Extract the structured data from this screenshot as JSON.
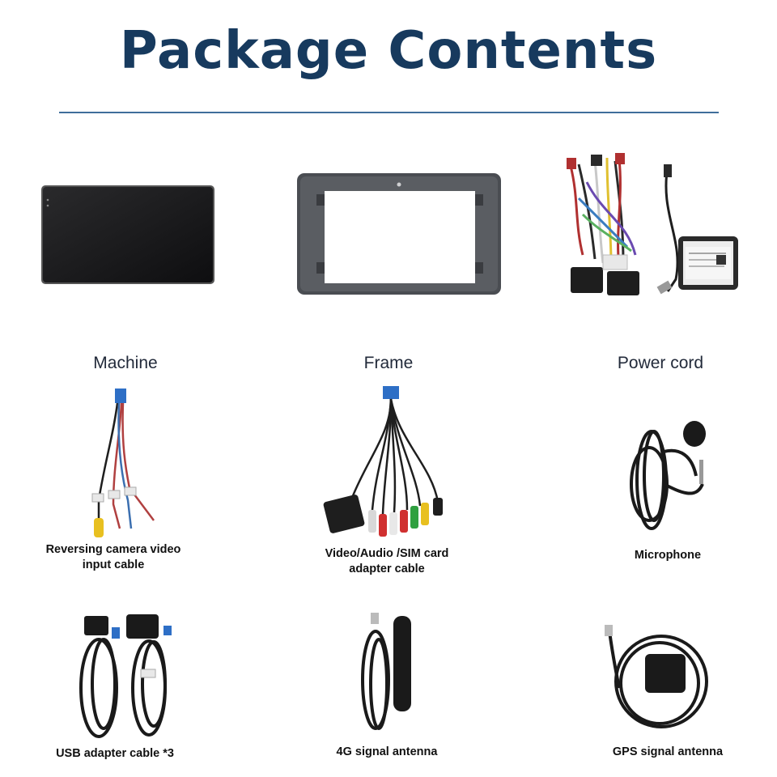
{
  "page": {
    "title": "Package Contents"
  },
  "items": [
    {
      "label": "Machine",
      "icon": "head-unit-screen-icon"
    },
    {
      "label": "Frame",
      "icon": "dash-frame-icon"
    },
    {
      "label": "Power cord",
      "icon": "wiring-harness-icon"
    },
    {
      "label": "Reversing camera video input cable",
      "icon": "camera-cable-icon"
    },
    {
      "label": "Video/Audio /SIM card adapter cable",
      "icon": "rca-cable-icon"
    },
    {
      "label": "Microphone",
      "icon": "microphone-icon"
    },
    {
      "label": "USB adapter cable *3",
      "icon": "usb-cable-icon"
    },
    {
      "label": "4G signal antenna",
      "icon": "4g-antenna-icon"
    },
    {
      "label": "GPS signal antenna",
      "icon": "gps-antenna-icon"
    }
  ],
  "colors": {
    "title": "#173a5e",
    "rule": "#3f6e9b",
    "frame": "#4a4d52",
    "screen": "#1c1c1e"
  }
}
